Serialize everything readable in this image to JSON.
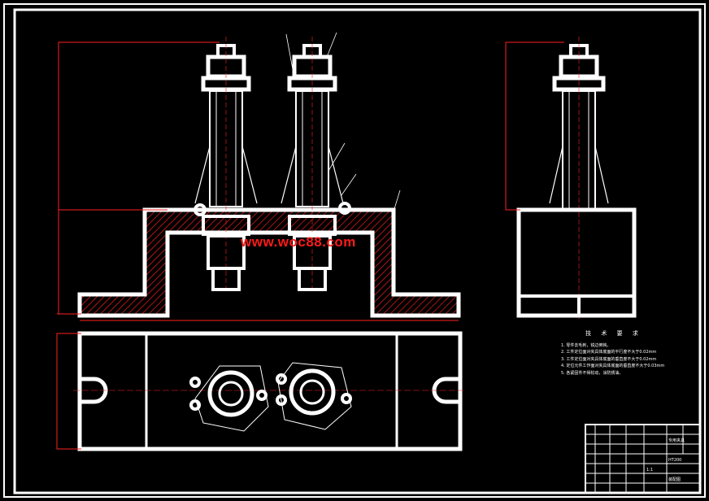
{
  "watermark": "www.woc88.com",
  "tech_requirements": {
    "title": "技 术 要 求",
    "items": [
      "1. 零件去毛刺，锐边倒钝。",
      "2. 工件定位面对夹具体底面的平行度不大于0.02mm",
      "3. 工件定位面对夹具体底面的垂直度不大于0.02mm",
      "4. 定位元件工作面对夹具体底面的垂直度不大于0.03mm",
      "5. 各紧固件不得松动，涂防锈油。"
    ]
  },
  "title_block": {
    "name_cell": "专用夹具",
    "material_cell": "HT200",
    "scale_cell": "1:1",
    "drawing_no": "装配图"
  },
  "colors": {
    "background": "#000000",
    "line": "#ffffff",
    "dimension": "#ff2020",
    "watermark": "#ff1a1a"
  }
}
